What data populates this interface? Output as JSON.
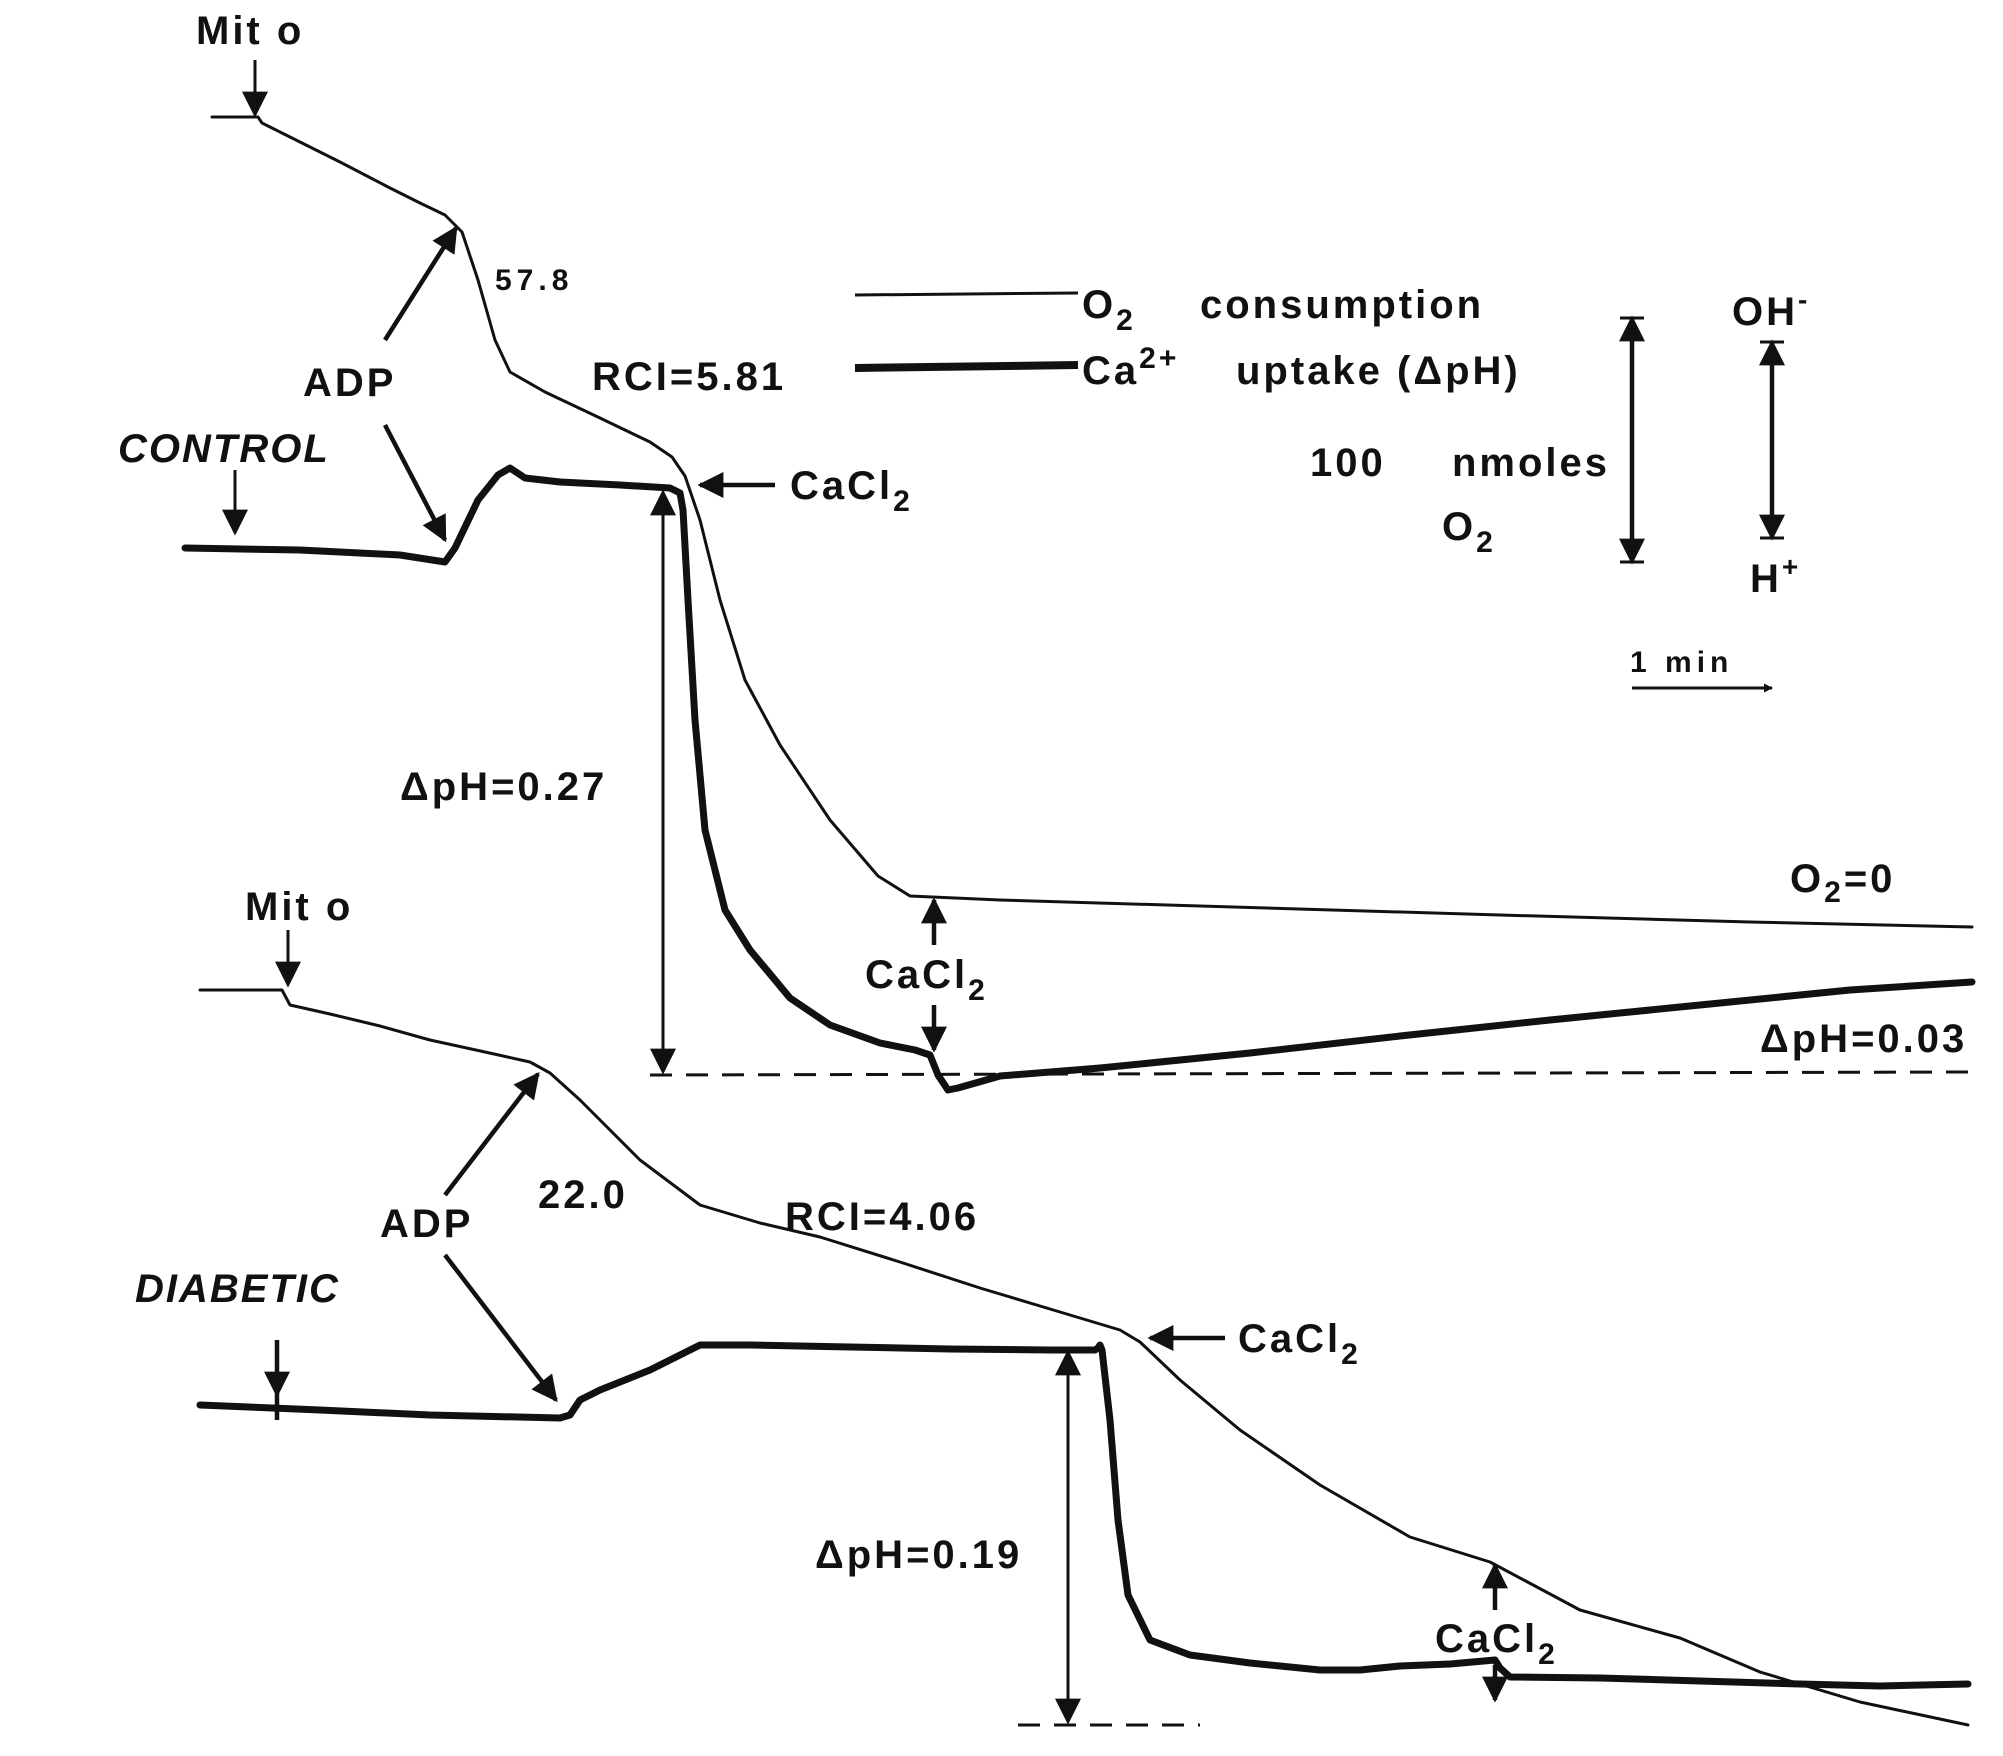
{
  "colors": {
    "ink": "#111111",
    "background": "#ffffff"
  },
  "labels": {
    "mito_control": "Mit o",
    "mito_diabetic": "Mit o",
    "control": "CONTROL",
    "diabetic": "DIABETIC",
    "adp_control": "ADP",
    "adp_diabetic": "ADP",
    "rate_control": "57.8",
    "rate_diabetic": "22.0",
    "rci_control": "RCI=5.81",
    "rci_diabetic": "RCI=4.06",
    "dph_control": "ΔpH=0.27",
    "dph_diabetic": "ΔpH=0.19",
    "dph_small": "ΔpH=0.03",
    "o2_zero": "O2=0",
    "cacl2_main": "CaCl2"
  },
  "legend": {
    "o2_label": "O2",
    "o2_text": "consumption",
    "ca_label": "Ca2+",
    "ca_text": "uptake (ΔpH)"
  },
  "scale": {
    "nmoles_value": "100",
    "nmoles_unit": "nmoles",
    "nmoles_species": "O2",
    "oh": "OH-",
    "h": "H+",
    "time": "1 min"
  },
  "chart_data": {
    "type": "line",
    "title": "",
    "xlabel": "",
    "ylabel": "",
    "grid": false,
    "legend_position": "top-right",
    "panels": [
      {
        "name": "CONTROL",
        "rate": 57.8,
        "RCI": 5.81,
        "delta_pH_Ca": 0.27,
        "delta_pH_second_Ca": 0.03,
        "series": [
          "O2 consumption",
          "Ca2+ uptake (ΔpH)"
        ]
      },
      {
        "name": "DIABETIC",
        "rate": 22.0,
        "RCI": 4.06,
        "delta_pH_Ca": 0.19,
        "series": [
          "O2 consumption",
          "Ca2+ uptake (ΔpH)"
        ]
      }
    ],
    "scale_bars": {
      "oxygen_nmoles": 100,
      "time_min": 1
    }
  }
}
